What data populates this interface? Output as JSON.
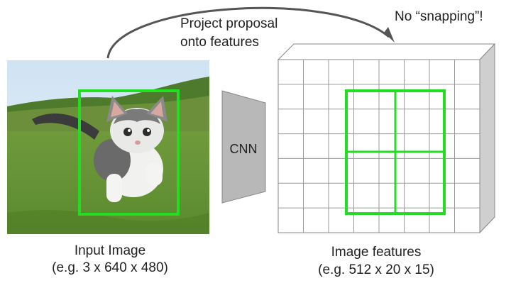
{
  "annotations": {
    "arrow_label_line1": "Project proposal",
    "arrow_label_line2": "onto features",
    "no_snapping": "No “snapping”!"
  },
  "input": {
    "label_line1": "Input Image",
    "label_line2": "(e.g. 3 x 640 x 480)"
  },
  "cnn": {
    "label": "CNN"
  },
  "features": {
    "label_line1": "Image features",
    "label_line2": "(e.g. 512 x 20 x 15)",
    "grid_cols": 8,
    "grid_rows": 7
  },
  "colors": {
    "proposal_box": "#22dd22",
    "cnn_fill": "#b8b8b8",
    "grid_line": "#9a9a9a",
    "arrow": "#555555"
  }
}
